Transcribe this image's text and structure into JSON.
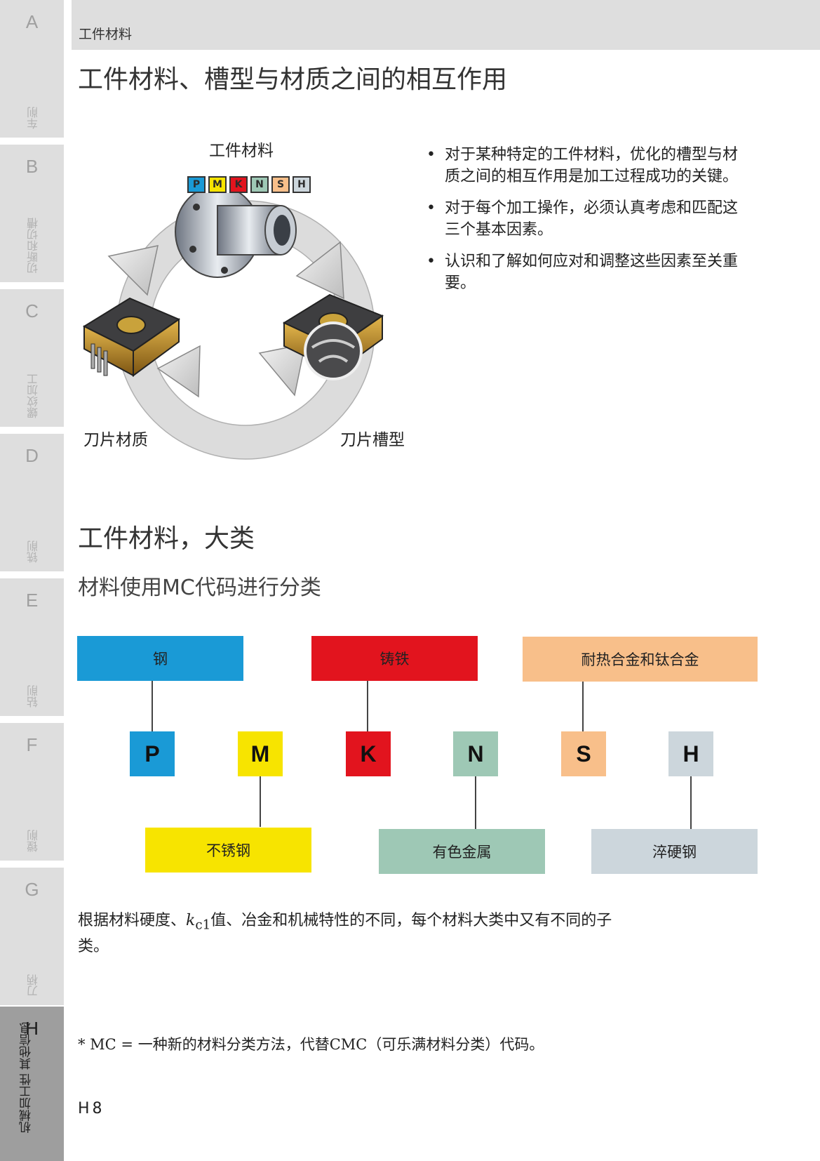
{
  "sidebar": {
    "tabs": [
      {
        "letter": "A",
        "label": "车削"
      },
      {
        "letter": "B",
        "label": "切断和切槽"
      },
      {
        "letter": "C",
        "label": "螺纹加工"
      },
      {
        "letter": "D",
        "label": "铣削"
      },
      {
        "letter": "E",
        "label": "钻削"
      },
      {
        "letter": "F",
        "label": "镗削"
      },
      {
        "letter": "G",
        "label": "刀柄"
      },
      {
        "letter": "H",
        "label": "机械加工性 其他信息"
      }
    ]
  },
  "header": {
    "text": "工件材料"
  },
  "section1": {
    "title": "工件材料、槽型与材质之间的相互作用",
    "diagram": {
      "top_label": "工件材料",
      "left_label": "刀片材质",
      "right_label": "刀片槽型",
      "badges": [
        {
          "code": "P",
          "color": "#1a9ad6"
        },
        {
          "code": "M",
          "color": "#f7e400"
        },
        {
          "code": "K",
          "color": "#e2141e"
        },
        {
          "code": "N",
          "color": "#9ec8b5"
        },
        {
          "code": "S",
          "color": "#f8bf8a"
        },
        {
          "code": "H",
          "color": "#ccd6dc"
        }
      ]
    },
    "bullets": [
      "对于某种特定的工件材料，优化的槽型与材质之间的相互作用是加工过程成功的关键。",
      "对于每个加工操作，必须认真考虑和匹配这三个基本因素。",
      "认识和了解如何应对和调整这些因素至关重要。"
    ]
  },
  "section2": {
    "title": "工件材料，大类",
    "subtitle": "材料使用MC代码进行分类",
    "groups_top": [
      {
        "label": "钢",
        "color": "#1a9ad6"
      },
      {
        "label": "铸铁",
        "color": "#e2141e"
      },
      {
        "label": "耐热合金和钛合金",
        "color": "#f8bf8a"
      }
    ],
    "codes": [
      {
        "code": "P",
        "color": "#1a9ad6"
      },
      {
        "code": "M",
        "color": "#f7e400"
      },
      {
        "code": "K",
        "color": "#e2141e"
      },
      {
        "code": "N",
        "color": "#9ec8b5"
      },
      {
        "code": "S",
        "color": "#f8bf8a"
      },
      {
        "code": "H",
        "color": "#ccd6dc"
      }
    ],
    "groups_bottom": [
      {
        "label": "不锈钢",
        "color": "#f7e400"
      },
      {
        "label": "有色金属",
        "color": "#9ec8b5"
      },
      {
        "label": "淬硬钢",
        "color": "#ccd6dc"
      }
    ],
    "note_before": "根据材料硬度、",
    "note_k": "k",
    "note_sub": "c1",
    "note_after": "值、冶金和机械特性的不同，每个材料大类中又有不同的子类。",
    "footnote": "* MC = 一种新的材料分类方法，代替CMC（可乐满材料分类）代码。"
  },
  "page_number": "H8"
}
